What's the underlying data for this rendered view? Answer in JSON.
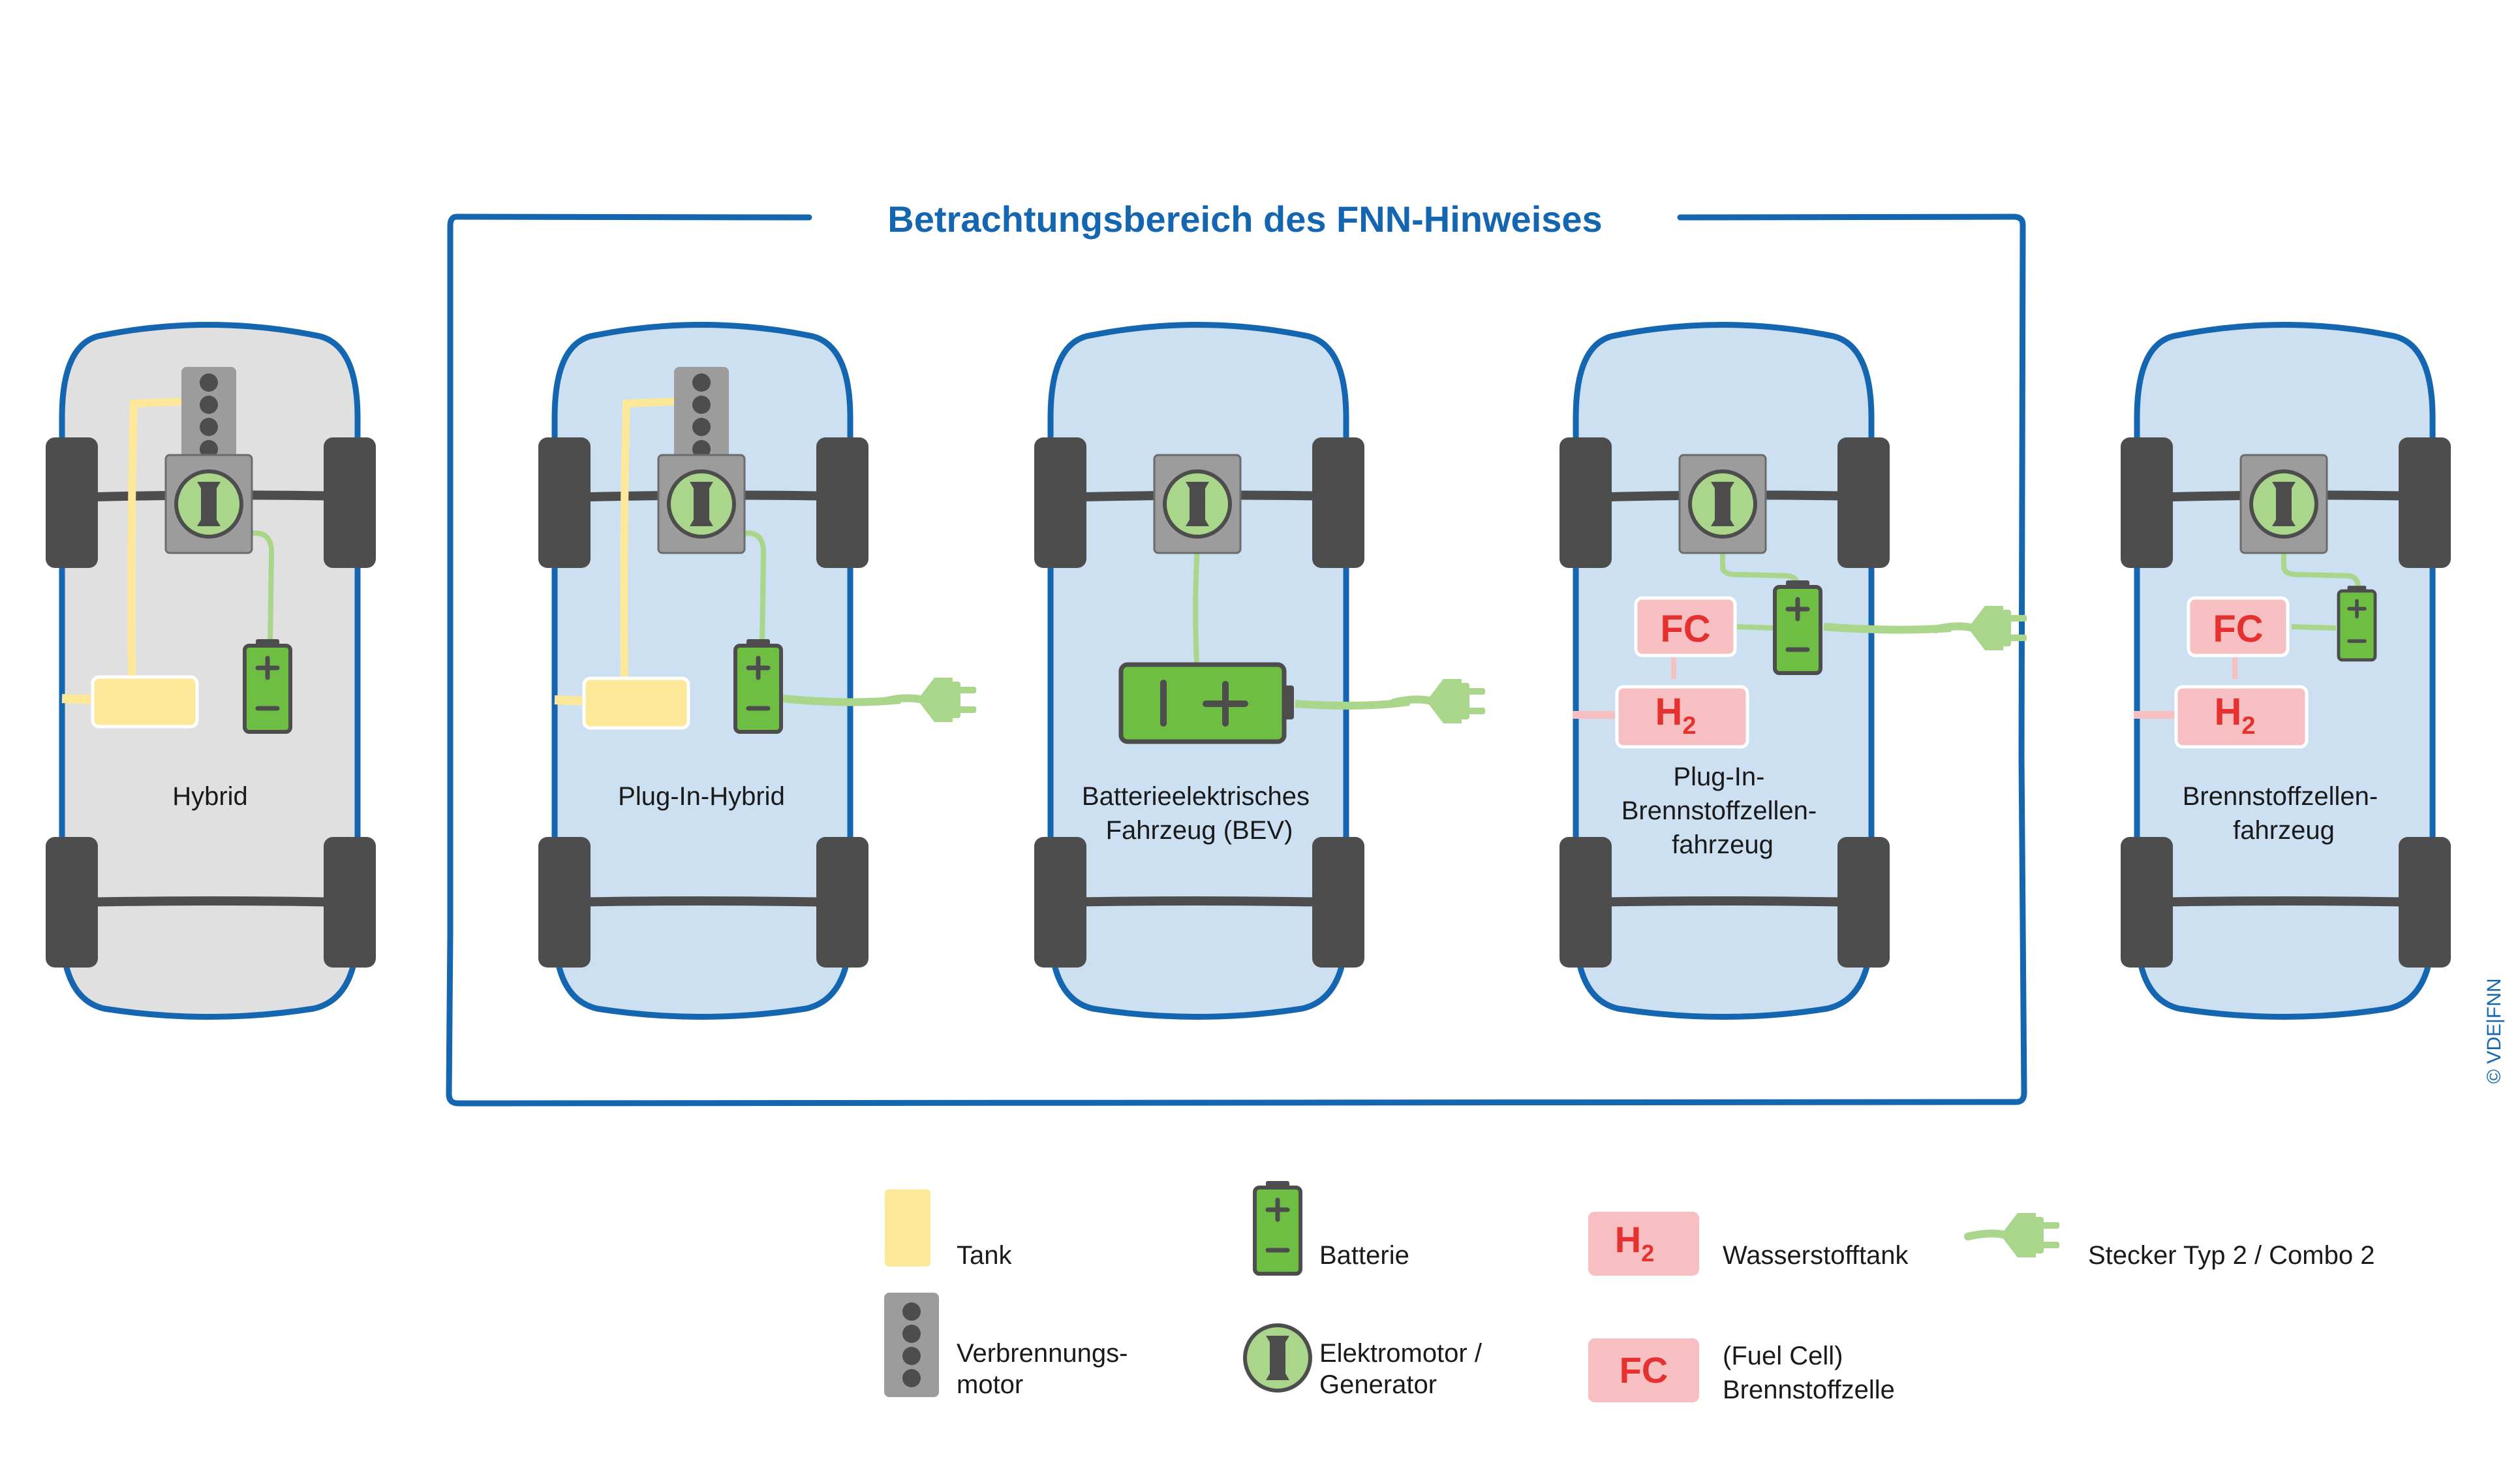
{
  "frame": {
    "title": "Betrachtungsbereich des FNN-Hinweises"
  },
  "vehicles": [
    {
      "id": "hybrid",
      "label_lines": [
        "Hybrid"
      ],
      "in_scope": false
    },
    {
      "id": "plugin-hybrid",
      "label_lines": [
        "Plug-In-Hybrid"
      ],
      "in_scope": true
    },
    {
      "id": "bev",
      "label_lines": [
        "Batterieelektrisches",
        "Fahrzeug (BEV)"
      ],
      "in_scope": true
    },
    {
      "id": "plugin-fcev",
      "label_lines": [
        "Plug-In-",
        "Brennstoffzellen-",
        "fahrzeug"
      ],
      "in_scope": true
    },
    {
      "id": "fcev",
      "label_lines": [
        "Brennstoffzellen-",
        "fahrzeug"
      ],
      "in_scope": false
    }
  ],
  "symbols": {
    "fc": "FC",
    "h2": "H",
    "h2_sub": "2"
  },
  "legend": [
    {
      "id": "tank",
      "lines": [
        "Tank"
      ]
    },
    {
      "id": "engine",
      "lines": [
        "Verbrennungs-",
        "motor"
      ]
    },
    {
      "id": "battery",
      "lines": [
        "Batterie"
      ]
    },
    {
      "id": "motor",
      "lines": [
        "Elektromotor /",
        "Generator"
      ]
    },
    {
      "id": "h2-tank",
      "lines": [
        "Wasserstofftank"
      ]
    },
    {
      "id": "fuel-cell",
      "lines": [
        "(Fuel Cell)",
        "Brennstoffzelle"
      ]
    },
    {
      "id": "plug",
      "lines": [
        "Stecker Typ 2 / Combo 2"
      ]
    }
  ],
  "copyright": "© VDE|FNN",
  "colors": {
    "frame_blue": "#1466b0",
    "body_gray": "#e0e0e0",
    "body_blue": "#cde0f1",
    "wheel": "#4d4d4d",
    "engine_gray": "#9c9c9c",
    "tank_yellow": "#fde89a",
    "green": "#6fbe44",
    "light_green": "#a9d68a",
    "pink": "#f7bfc1",
    "red_text": "#e5312f"
  }
}
